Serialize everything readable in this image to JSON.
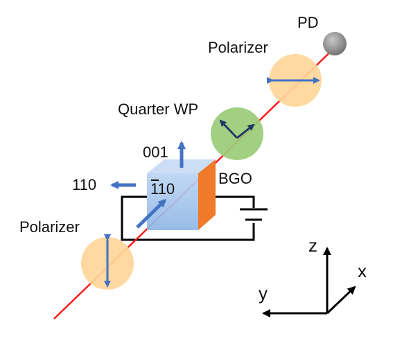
{
  "labels": {
    "pd": "PD",
    "polarizer_top": "Polarizer",
    "quarter_wp": "Quarter WP",
    "bgo": "BGO",
    "polarizer_bottom": "Polarizer",
    "dir_001": "001",
    "dir_110": "110",
    "dir_bar110_digits": "110",
    "axis_z": "z",
    "axis_x": "x",
    "axis_y": "y"
  },
  "colors": {
    "laser": "#ff1a1a",
    "polarizer_fill": "#ffd699",
    "waveplate_fill": "#99cc77",
    "crystal_front": "#a9c8ee",
    "crystal_top": "#c8dcf4",
    "crystal_side": "#ee7a2a",
    "arrow_blue": "#4472c4",
    "arrow_dark": "#1f3864",
    "photodiode": "#8c8c8c",
    "circuit": "#000000"
  },
  "icons": {
    "photodiode": "sphere-icon",
    "battery": "battery-icon"
  }
}
